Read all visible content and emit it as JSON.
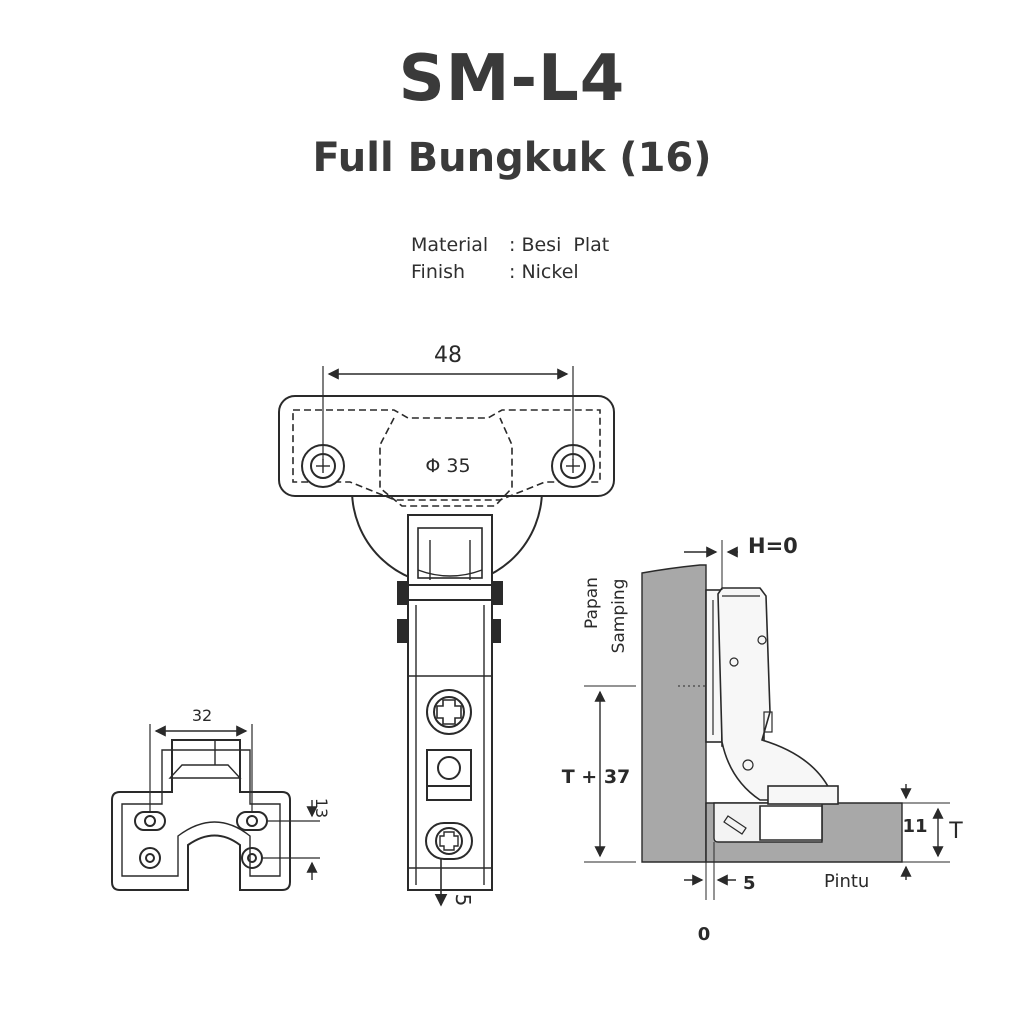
{
  "header": {
    "title": "SM-L4",
    "subtitle": "Full Bungkuk (16)"
  },
  "specs": {
    "material_label": "Material",
    "material_value": ": Besi  Plat",
    "finish_label": "Finish",
    "finish_value": ": Nickel"
  },
  "top_view": {
    "dim_width": "48",
    "cup_diameter": "Φ 35",
    "slot_dim": "5"
  },
  "plate_view": {
    "dim_width": "32",
    "dim_height": "13"
  },
  "side_view": {
    "overlay": "H=0",
    "side_panel_line1": "Papan",
    "side_panel_line2": "Samping",
    "height_formula": "T + 37",
    "door_label": "Pintu",
    "gap_dim": "5",
    "zero": "0",
    "thickness_dim": "11",
    "thickness_label": "T"
  },
  "colors": {
    "text": "#2f2f2f",
    "line": "#2a2a2a",
    "panel_fill": "#a8a8a8",
    "hinge_fill": "#f7f7f7"
  }
}
